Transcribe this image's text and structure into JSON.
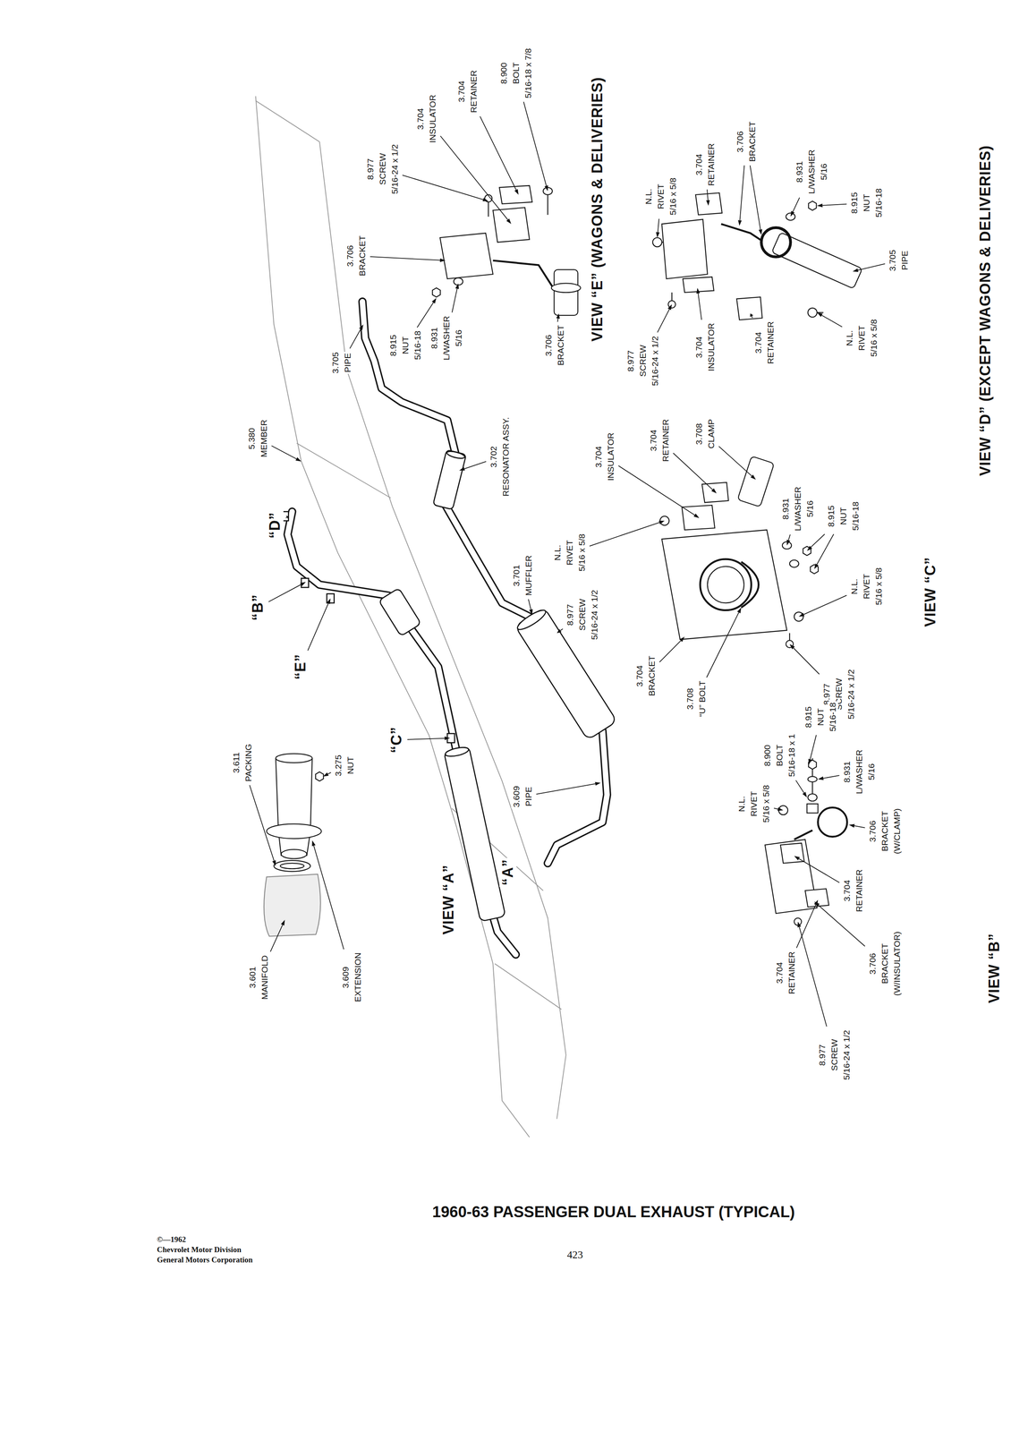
{
  "diagram": {
    "title": "1960-63 PASSENGER DUAL EXHAUST (TYPICAL)",
    "labels": [
      "3.601",
      "MANIFOLD",
      "3.609",
      "EXTENSION",
      "3.611",
      "PACKING",
      "3.275",
      "NUT",
      "VIEW “A”",
      "“A”",
      "“B”",
      "“E”",
      "“D”",
      "“C”",
      "3.609",
      "PIPE",
      "8.977",
      "SCREW",
      "5/16-24 x 1/2",
      "3.701",
      "MUFFLER",
      "3.702",
      "RESONATOR ASSY.",
      "5.380",
      "MEMBER",
      "3.705",
      "PIPE",
      "3.706",
      "BRACKET",
      "8.977",
      "SCREW",
      "5/16-24 x 1/2",
      "3.704",
      "INSULATOR",
      "3.704",
      "RETAINER",
      "8.900",
      "BOLT",
      "5/16-18 x 7/8",
      "8.915",
      "NUT",
      "5/16-18",
      "8.931",
      "L/WASHER",
      "5/16",
      "3.706",
      "BRACKET",
      "VIEW “E” (WAGONS & DELIVERIES)",
      "N.L.",
      "RIVET",
      "5/16 x 5/8",
      "3.704",
      "RETAINER",
      "3.706",
      "BRACKET",
      "8.931",
      "L/WASHER",
      "5/16",
      "8.915",
      "NUT",
      "5/16-18",
      "3.705",
      "PIPE",
      "8.977",
      "SCREW",
      "5/16-24 x 1/2",
      "3.704",
      "INSULATOR",
      "3.704",
      "RETAINER",
      "N.L.",
      "RIVET",
      "5/16 x 5/8",
      "VIEW “D” (EXCEPT WAGONS & DELIVERIES)",
      "N.L.",
      "RIVET",
      "5/16 x 5/8",
      "3.704",
      "INSULATOR",
      "3.704",
      "RETAINER",
      "3.708",
      "CLAMP",
      "8.931",
      "L/WASHER",
      "5/16",
      "8.915",
      "NUT",
      "5/16-18",
      "N.L.",
      "RIVET",
      "5/16 x 5/8",
      "3.704",
      "BRACKET",
      "3.708",
      "“U” BOLT",
      "8.977",
      "SCREW",
      "5/16-24 x 1/2",
      "VIEW “C”",
      "N.L.",
      "RIVET",
      "5/16 x 5/8",
      "8.900",
      "BOLT",
      "5/16-18 x 1",
      "8.915",
      "NUT",
      "5/16-18",
      "8.931",
      "L/WASHER",
      "5/16",
      "3.704",
      "RETAINER",
      "3.706",
      "BRACKET",
      "(W/CLAMP)",
      "3.706",
      "BRACKET",
      "(W/INSULATOR)",
      "8.977",
      "SCREW",
      "5/16-24 x 1/2",
      "3.704",
      "RETAINER",
      "VIEW “B”",
      "©—1962",
      "Chevrolet Motor Division",
      "General Motors Corporation",
      "423"
    ]
  }
}
